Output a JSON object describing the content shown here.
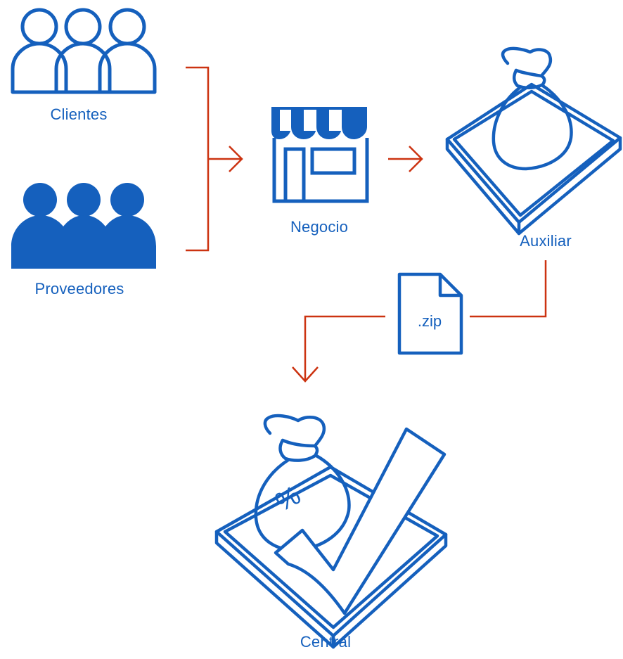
{
  "colors": {
    "icon": "#1560bd",
    "arrow": "#cc3311"
  },
  "nodes": {
    "clientes": {
      "label": "Clientes",
      "icon": "people-outline-icon"
    },
    "proveedores": {
      "label": "Proveedores",
      "icon": "people-filled-icon"
    },
    "negocio": {
      "label": "Negocio",
      "icon": "storefront-icon"
    },
    "auxiliar": {
      "label": "Auxiliar",
      "icon": "money-bag-tray-icon"
    },
    "central": {
      "label": "Central",
      "icon": "money-bag-check-icon",
      "bag_symbol": "%"
    }
  },
  "file": {
    "label": ".zip",
    "icon": "file-icon"
  }
}
